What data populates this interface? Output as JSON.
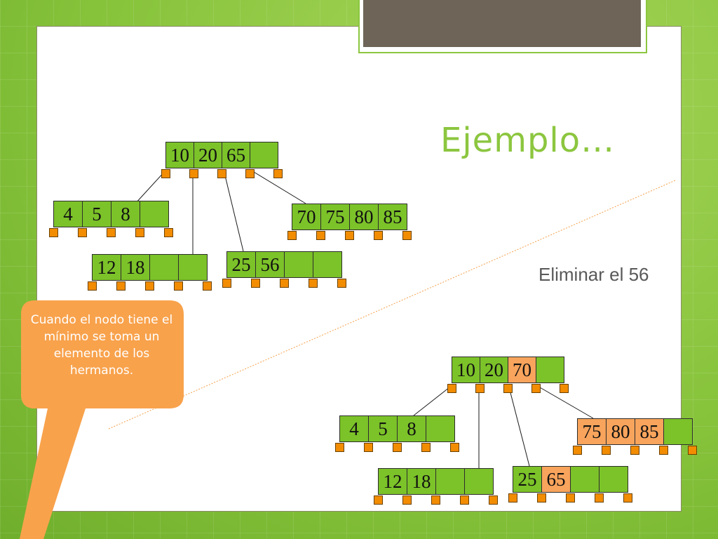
{
  "title": "Ejemplo…",
  "subtitle": "Eliminar el 56",
  "callout": "Cuando el nodo tiene el mínimo se toma un elemento de los hermanos.",
  "colors": {
    "key": "#7cc229",
    "highlight": "#f8a45c",
    "pointer": "#f28c00",
    "title": "#8cc63f"
  },
  "trees": [
    {
      "name": "before",
      "root": {
        "keys": [
          "10",
          "20",
          "65",
          ""
        ],
        "highlight": []
      },
      "children": [
        {
          "keys": [
            "4",
            "5",
            "8",
            ""
          ],
          "highlight": []
        },
        {
          "keys": [
            "12",
            "18",
            "",
            ""
          ],
          "highlight": []
        },
        {
          "keys": [
            "25",
            "56",
            "",
            ""
          ],
          "highlight": []
        },
        {
          "keys": [
            "70",
            "75",
            "80",
            "85"
          ],
          "highlight": []
        }
      ]
    },
    {
      "name": "after",
      "root": {
        "keys": [
          "10",
          "20",
          "70",
          ""
        ],
        "highlight": [
          2
        ]
      },
      "children": [
        {
          "keys": [
            "4",
            "5",
            "8",
            ""
          ],
          "highlight": []
        },
        {
          "keys": [
            "12",
            "18",
            "",
            ""
          ],
          "highlight": []
        },
        {
          "keys": [
            "25",
            "65",
            "",
            ""
          ],
          "highlight": [
            1
          ]
        },
        {
          "keys": [
            "75",
            "80",
            "85",
            ""
          ],
          "highlight": [
            0,
            1,
            2
          ]
        }
      ]
    }
  ]
}
